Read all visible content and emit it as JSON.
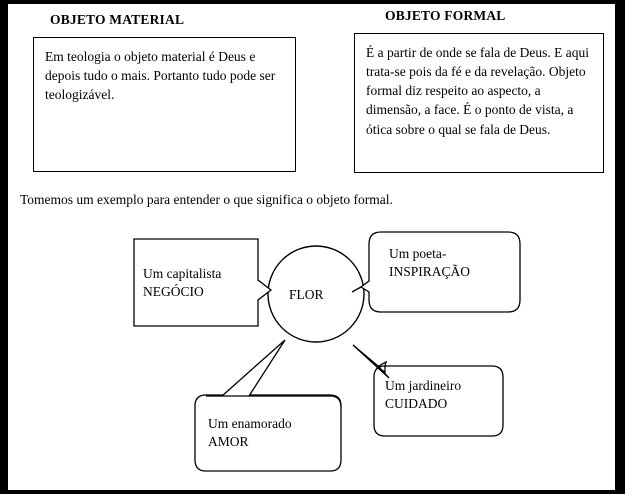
{
  "page": {
    "language": "pt-BR",
    "background_color": "#ffffff",
    "border_color": "#000000",
    "text_color": "#000000"
  },
  "columns": [
    {
      "heading": "OBJETO MATERIAL",
      "body": "Em teologia o objeto material é Deus e depois tudo o mais. Portanto tudo pode ser teologizável."
    },
    {
      "heading": "OBJETO FORMAL",
      "body": "É a partir de onde se fala de Deus. E aqui trata-se pois da fé e da revelação. Objeto formal diz respeito ao aspecto, a dimensão, a face. É o ponto de vista, a ótica sobre o qual se fala de Deus."
    }
  ],
  "intro": {
    "sentence": "Tomemos um exemplo para entender o que significa o objeto formal."
  },
  "diagram": {
    "center": {
      "label": "FLOR",
      "shape": "circle"
    },
    "callouts": [
      {
        "id": "capitalista",
        "shape": "rectangular-callout",
        "position": "left",
        "line1": "Um capitalista",
        "line2": "NEGÓCIO"
      },
      {
        "id": "poeta",
        "shape": "rounded-callout",
        "position": "top-right",
        "line1": "Um poeta-",
        "line2": "INSPIRAÇÃO"
      },
      {
        "id": "jardineiro",
        "shape": "rounded-callout",
        "position": "bottom-right",
        "line1": "Um jardineiro",
        "line2": "CUIDADO"
      },
      {
        "id": "enamorado",
        "shape": "rounded-callout",
        "position": "bottom",
        "line1": "Um enamorado",
        "line2": "AMOR"
      }
    ]
  }
}
